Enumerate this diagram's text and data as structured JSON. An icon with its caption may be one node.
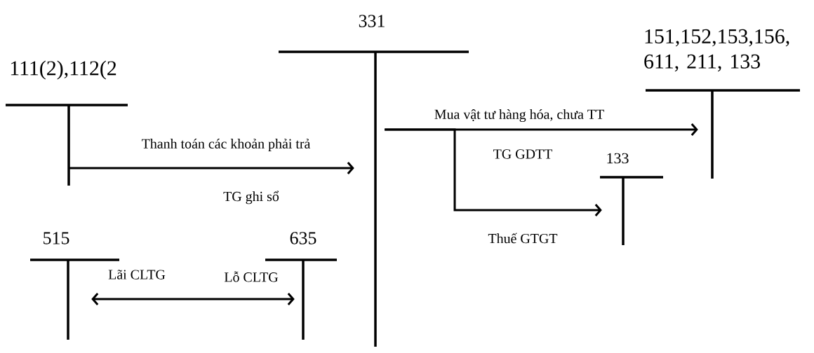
{
  "diagram": {
    "nodes": [
      {
        "text": [
          "111(2),112(2"
        ]
      },
      {
        "text": [
          "331"
        ]
      },
      {
        "text": [
          "151,152,153,156, 611, 211, 133"
        ]
      },
      {
        "text": [
          "133"
        ]
      },
      {
        "text": [
          "515"
        ]
      },
      {
        "text": [
          "635"
        ]
      }
    ],
    "edges": [
      {
        "from": 0,
        "to": 1,
        "arrow": "to",
        "label": "Thanh toán các khoản phải trả"
      },
      {
        "from": 1,
        "to": 2,
        "arrow": "to",
        "label": "Mua vật tư hàng hóa, chưa TT"
      },
      {
        "from": 1,
        "to": 3,
        "arrow": "to"
      },
      {
        "from": 4,
        "to": 5,
        "arrow": "both"
      }
    ],
    "labels": [
      "TG ghi sổ",
      "TG GDTT",
      "Thuế GTGT",
      "Lãi CLTG",
      "Lỗ CLTG"
    ]
  }
}
